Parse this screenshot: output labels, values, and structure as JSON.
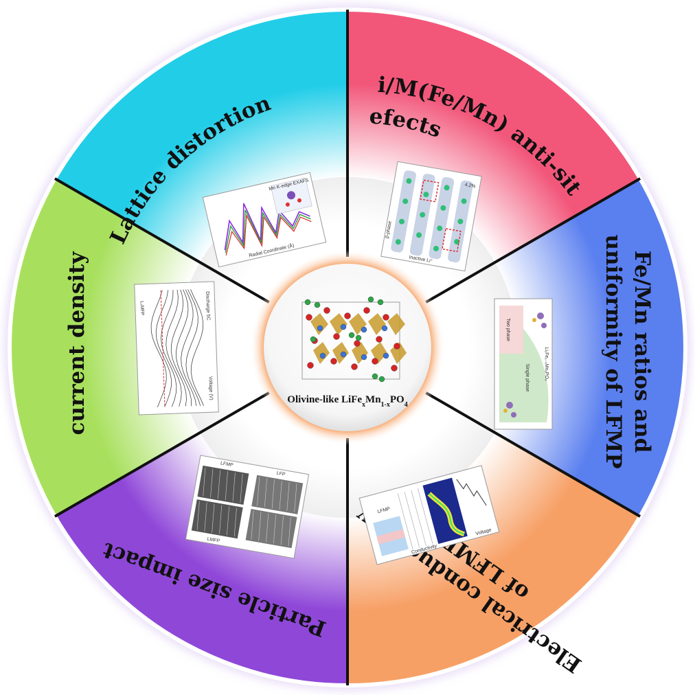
{
  "center": {
    "label_main": "Olivine-like LiFe",
    "label_sub1": "x",
    "label_mid": "Mn",
    "label_sub2": "1-x",
    "label_tail": "PO",
    "label_sub3": "4"
  },
  "segments": [
    {
      "id": "lattice-distortion",
      "lines": [
        "Lattice distortion"
      ],
      "color": "#22cde8"
    },
    {
      "id": "anti-site-defects",
      "lines": [
        "Li/M(Fe/Mn) anti-site",
        "defects"
      ],
      "color": "#f2577a"
    },
    {
      "id": "fe-mn-ratios",
      "lines": [
        "Fe/Mn ratios and",
        "uniformity of LFMP"
      ],
      "color": "#5a7fef"
    },
    {
      "id": "electrical-conductivity",
      "lines": [
        "Electrical conductivity",
        "of LFMP"
      ],
      "color": "#f7a066"
    },
    {
      "id": "particle-size",
      "lines": [
        "Particle size impact"
      ],
      "color": "#8f47d8"
    },
    {
      "id": "current-density",
      "lines": [
        "current density"
      ],
      "color": "#a8e05e"
    }
  ],
  "thumbnails": {
    "lattice": {
      "xlabel": "Radial Coordinate (Å)",
      "legend": "Mn K-edge EXAFS"
    },
    "antisite": {
      "label1": "β-phase",
      "label2": "Inactive Li⁺",
      "label3": "4.2%"
    },
    "femn": {
      "label1": "Li₁Fe₁₋ₓMnₓPO₄",
      "label2": "Single phase",
      "label3": "Two phase"
    },
    "electrical": {
      "label1": "LFMP",
      "label2": "Conductivity",
      "label3": "Voltage"
    },
    "particle": {
      "label1": "LFMP",
      "label2": "LFP",
      "label3": "LMFP"
    },
    "current": {
      "label1": "Discharge 5C",
      "label2": "LₓMFP",
      "label3": "Voltage (V)"
    }
  }
}
